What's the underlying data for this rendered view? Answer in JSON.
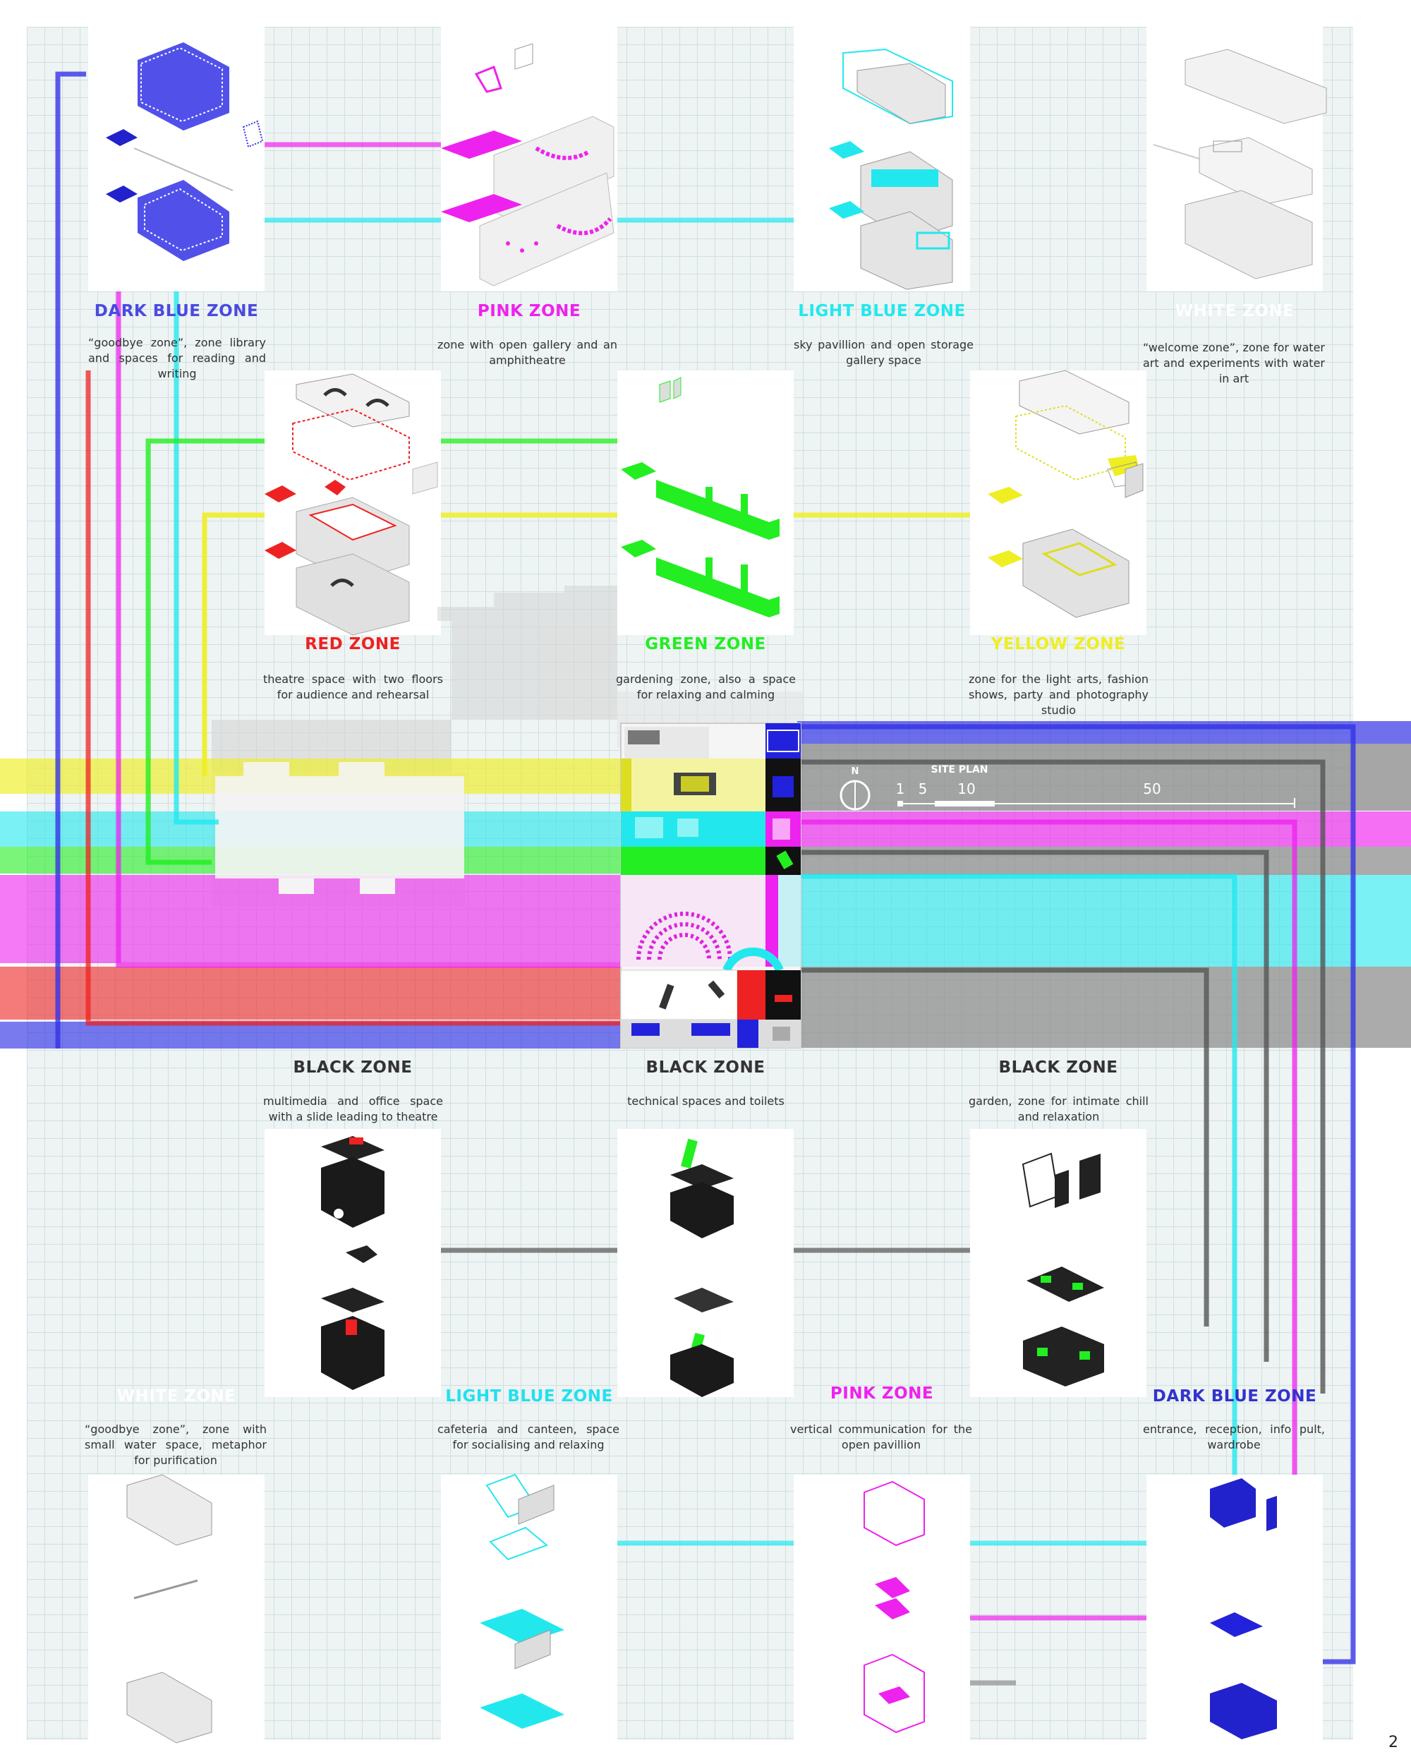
{
  "colors": {
    "dark_blue": "#3333e6",
    "pink": "#ee22ee",
    "light_blue": "#22e8ee",
    "white_zone": "#ffffff",
    "red": "#ee2222",
    "green": "#22ee22",
    "yellow": "#eeee22",
    "black": "#222222",
    "grid": "#cfe0e0"
  },
  "zones": {
    "dark_blue_top": {
      "title": "DARK BLUE ZONE",
      "desc": "“goodbye zone”, zone library and spaces for reading and writing"
    },
    "pink_top": {
      "title": "PINK ZONE",
      "desc": "zone with open gallery and an amphitheatre"
    },
    "light_blue_top": {
      "title": "LIGHT BLUE ZONE",
      "desc": "sky pavillion and open storage gallery space"
    },
    "white_top": {
      "title": "WHITE ZONE",
      "desc": "“welcome zone”, zone for water art and experiments with water in art"
    },
    "red": {
      "title": "RED ZONE",
      "desc": "theatre space with two floors for audience and rehearsal"
    },
    "green": {
      "title": "GREEN ZONE",
      "desc": "gardening zone, also a space for relaxing and calming"
    },
    "yellow": {
      "title": "YELLOW ZONE",
      "desc": "zone for the light arts, fashion shows, party and photography studio"
    },
    "black_1": {
      "title": "BLACK ZONE",
      "desc": "multimedia and office space with a slide leading to theatre"
    },
    "black_2": {
      "title": "BLACK ZONE",
      "desc": "technical spaces and toilets"
    },
    "black_3": {
      "title": "BLACK ZONE",
      "desc": "garden, zone for intimate chill and relaxation"
    },
    "white_bottom": {
      "title": "WHITE ZONE",
      "desc": "“goodbye zone”, zone with small water space, metaphor for purification"
    },
    "light_blue_bottom": {
      "title": "LIGHT BLUE ZONE",
      "desc": "cafeteria and canteen, space for socialising and relaxing"
    },
    "pink_bottom": {
      "title": "PINK ZONE",
      "desc": "vertical communication for the open pavillion"
    },
    "dark_blue_bottom": {
      "title": "DARK BLUE ZONE",
      "desc": "entrance, reception, info pult, wardrobe"
    }
  },
  "site_plan": {
    "title": "SITE PLAN",
    "north": "N",
    "scale_labels": [
      "1",
      "5",
      "10",
      "50"
    ]
  },
  "page_number": "2"
}
